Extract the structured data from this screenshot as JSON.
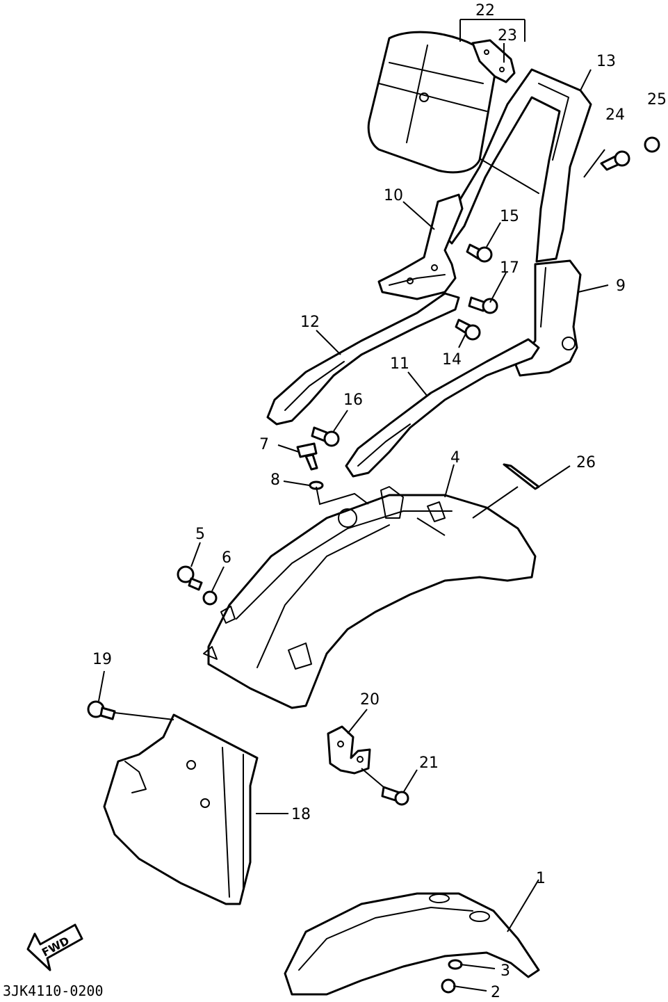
{
  "diagram": {
    "code": "3JK4110-0200",
    "forward_label": "FWD",
    "callouts": [
      {
        "id": "p22",
        "label": "22"
      },
      {
        "id": "p23",
        "label": "23"
      },
      {
        "id": "p13",
        "label": "13"
      },
      {
        "id": "p25",
        "label": "25"
      },
      {
        "id": "p24",
        "label": "24"
      },
      {
        "id": "p10",
        "label": "10"
      },
      {
        "id": "p15",
        "label": "15"
      },
      {
        "id": "p17",
        "label": "17"
      },
      {
        "id": "p9",
        "label": "9"
      },
      {
        "id": "p12",
        "label": "12"
      },
      {
        "id": "p14",
        "label": "14"
      },
      {
        "id": "p11",
        "label": "11"
      },
      {
        "id": "p16",
        "label": "16"
      },
      {
        "id": "p7",
        "label": "7"
      },
      {
        "id": "p4",
        "label": "4"
      },
      {
        "id": "p26",
        "label": "26"
      },
      {
        "id": "p8",
        "label": "8"
      },
      {
        "id": "p5",
        "label": "5"
      },
      {
        "id": "p6",
        "label": "6"
      },
      {
        "id": "p19",
        "label": "19"
      },
      {
        "id": "p20",
        "label": "20"
      },
      {
        "id": "p21",
        "label": "21"
      },
      {
        "id": "p18",
        "label": "18"
      },
      {
        "id": "p1",
        "label": "1"
      },
      {
        "id": "p3",
        "label": "3"
      },
      {
        "id": "p2",
        "label": "2"
      }
    ]
  }
}
